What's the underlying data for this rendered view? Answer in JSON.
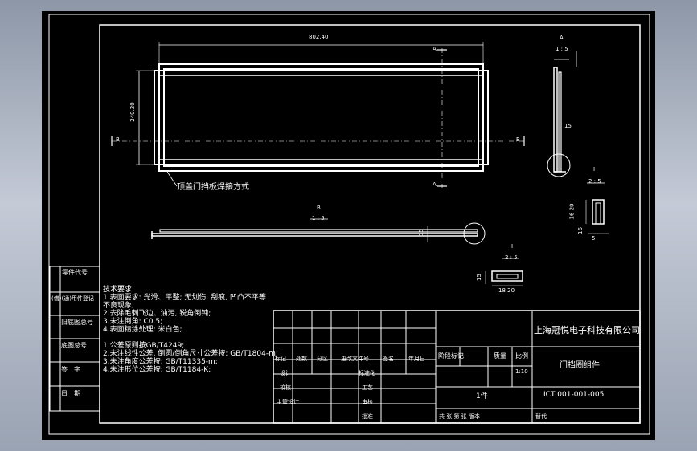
{
  "drawing": {
    "main_view_dim_width": "802.40",
    "main_view_dim_height": "240.20",
    "section_a_letter": "A",
    "section_b_letter": "B",
    "section_i_letter": "I",
    "ratio_1_5": "1 : 5",
    "ratio_2_5": "2 : 5",
    "weld_note": "顶盖门挡板焊接方式",
    "dim_15": "15",
    "dim_16": "16",
    "dim_20": "20",
    "dim_16_20": "16 20",
    "dim_18_20": "18 20",
    "dim_5": "5"
  },
  "side_block": {
    "labels": [
      "零件代号",
      "(借)(通)用件登记",
      "旧底图总号",
      "底图总号",
      "签　字",
      "日　期"
    ]
  },
  "tech_requirements": {
    "lines": [
      "技术要求:",
      "1.表面要求: 光滑、平整; 无划伤, 刮痕, 凹凸不平等",
      "   不良现象;",
      "2.去除毛刺飞边、油污, 锐角倒钝;",
      "3.未注倒角: C0.5;",
      "4.表面精涂处理: 米白色;",
      "",
      "1.公差原则按GB/T4249;",
      "2.未注线性公差, 倒圆/倒角尺寸公差按: GB/T1804-m;",
      "3.未注角度公差按: GB/T11335-m;",
      "4.未注形位公差按: GB/T1184-K;"
    ]
  },
  "title_block": {
    "company": "上海冠悦电子科技有限公司",
    "part_name": "门挡圈组件",
    "drawing_no": "ICT 001-001-005",
    "quantity": "1件",
    "scale": "1:10",
    "stage_label": "阶段标记",
    "weight_label": "质量",
    "scale_label": "比例",
    "mark_label": "标记",
    "count_label": "处数",
    "zone_label": "分区",
    "change_label": "更改文件号",
    "sign_label": "签名",
    "date_label": "年月日",
    "design_label": "设计",
    "standard_label": "标准化",
    "check_label": "校核",
    "process_label": "工艺",
    "chief_label": "主管设计",
    "review_label": "审核",
    "approve_label": "批准",
    "sheets_label": "共 张 第 张 版本",
    "replace_label": "替代"
  }
}
